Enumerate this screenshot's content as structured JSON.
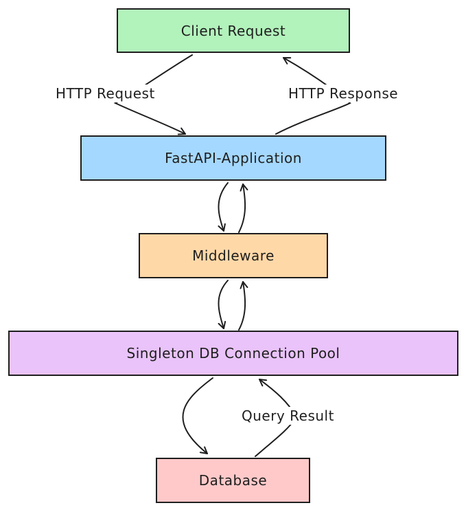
{
  "nodes": {
    "client": "Client Request",
    "fastapi": "FastAPI-Application",
    "middleware": "Middleware",
    "pool": "Singleton DB Connection Pool",
    "database": "Database"
  },
  "edges": {
    "http_request": "HTTP Request",
    "http_response": "HTTP Response",
    "query_result": "Query Result"
  },
  "colors": {
    "client": "#b2f2bb",
    "fastapi": "#a5d8ff",
    "middleware": "#ffd8a8",
    "pool": "#e9c3f9",
    "database": "#ffc9c9",
    "stroke": "#1e1e1e"
  }
}
